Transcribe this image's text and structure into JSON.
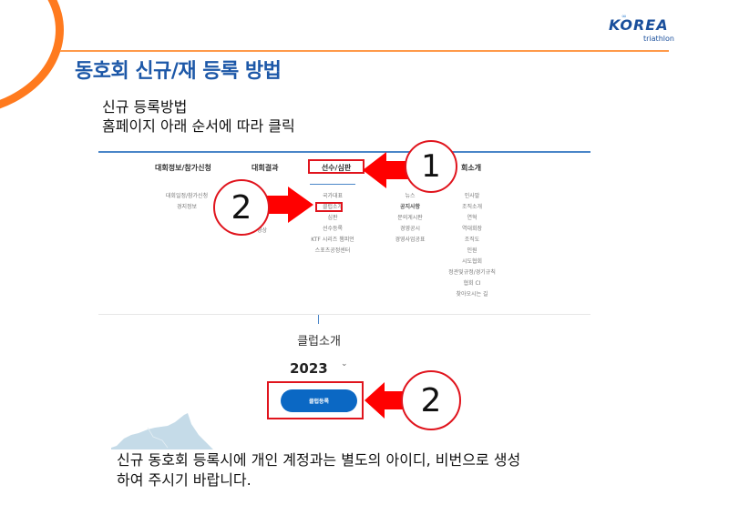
{
  "slide": {
    "title": "동호회 신규/재 등록 방법",
    "subtitle_line1": "신규 등록방법",
    "subtitle_line2": "홈페이지 아래 순서에 따라 클릭",
    "note_line1": "신규 동호회 등록시에 개인 계정과는 별도의 아이디, 비번으로 생성",
    "note_line2": "하여 주시기 바랍니다.",
    "accent_color": "#ff7a1e",
    "title_color": "#1d58a8",
    "highlight_color": "#e0141d"
  },
  "logo": {
    "main": "KOREA",
    "sub": "triathlon",
    "rings": "∞"
  },
  "site_nav": {
    "top_items": [
      "대회정보/참가신청",
      "대회결과",
      "선수/심판",
      "협회소개"
    ],
    "top_item_5_partial": "회소개",
    "columns": [
      [
        "대회일정/참가신청",
        "경지정보"
      ],
      [
        "국가대표",
        "클럽소개",
        "심판",
        "선수등록",
        "KTF 시리즈 챔피언",
        "스포츠공정센터"
      ],
      [
        "뉴스",
        "공지사항",
        "문의게시판",
        "경영공시",
        "경영사업공표"
      ],
      [
        "인사말",
        "조직소개",
        "연혁",
        "역대회장",
        "조직도",
        "인원",
        "시도협회",
        "정관및규정/경기규칙",
        "협회 CI",
        "찾아오시는 길"
      ]
    ],
    "fragment": "영상"
  },
  "club_page": {
    "title": "클럽소개",
    "year": "2023",
    "year_chevron": "⌄",
    "register_button": "클럽등록"
  },
  "annotations": {
    "step1": "1",
    "step2a": "2",
    "step2b": "2"
  }
}
